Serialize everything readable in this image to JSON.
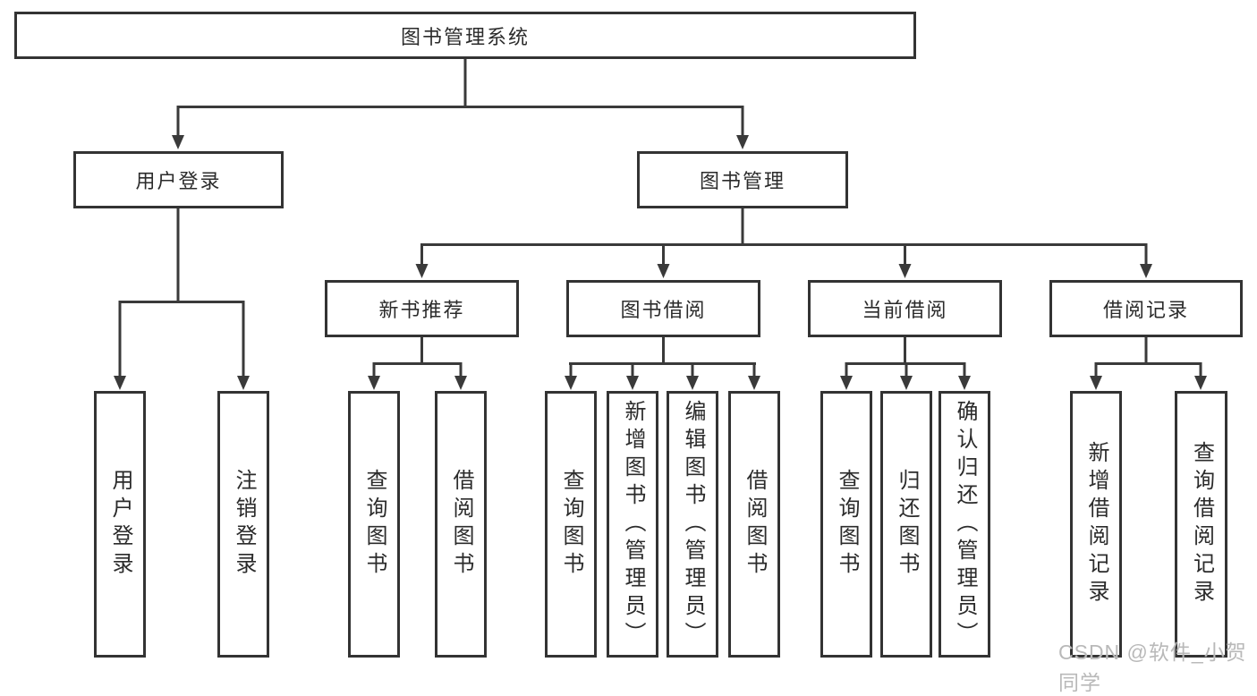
{
  "diagram": {
    "title": "图书管理系统",
    "root": {
      "label": "图书管理系统"
    },
    "level2": [
      {
        "id": "user-login",
        "label": "用户登录"
      },
      {
        "id": "book-management",
        "label": "图书管理"
      }
    ],
    "level3": [
      {
        "id": "new-book-recommend",
        "label": "新书推荐"
      },
      {
        "id": "book-borrow",
        "label": "图书借阅"
      },
      {
        "id": "current-borrow",
        "label": "当前借阅"
      },
      {
        "id": "borrow-records",
        "label": "借阅记录"
      }
    ],
    "leaves": {
      "user_login": [
        "用户登录",
        "注销登录"
      ],
      "new_book": [
        "查询图书",
        "借阅图书"
      ],
      "book_borrow": [
        "查询图书",
        "新增图书（管理员）",
        "编辑图书（管理员）",
        "借阅图书"
      ],
      "current_borrow": [
        "查询图书",
        "归还图书",
        "确认归还（管理员）"
      ],
      "borrow_record": [
        "新增借阅记录",
        "查询借阅记录"
      ]
    }
  },
  "watermark": {
    "text": "CSDN @软件_小贺同学"
  },
  "colors": {
    "line": "#3a3a3a",
    "box_border": "#333333",
    "text": "#2b2b2b",
    "background": "#ffffff",
    "watermark": "#b9b9b9"
  }
}
